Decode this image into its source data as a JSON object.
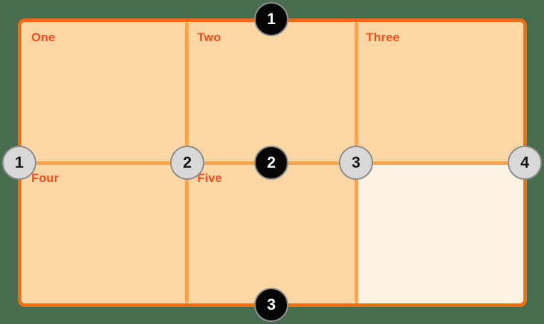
{
  "figure": {
    "type": "css-grid-lines-diagram",
    "cells": [
      {
        "label": "One"
      },
      {
        "label": "Two"
      },
      {
        "label": "Three"
      },
      {
        "label": "Four"
      },
      {
        "label": "Five"
      }
    ],
    "empty_cell_count": 1,
    "column_line_numbers": [
      "1",
      "2",
      "3",
      "4"
    ],
    "row_line_numbers": [
      "1",
      "2",
      "3"
    ],
    "colors": {
      "page_background": "#486D4E",
      "grid_border": "#EF6C0F",
      "grid_interior_line": "#FAA54E",
      "cell_fill": "#FCD7A3",
      "container_fill": "#FDF3E3",
      "cell_label_text": "#FB4A1D",
      "column_badge_fill": "#D9D9D9",
      "column_badge_border": "#8D8D8D",
      "column_badge_text": "#171717",
      "row_badge_fill": "#060606",
      "row_badge_border": "#909090",
      "row_badge_text": "#FFFFFF"
    }
  }
}
